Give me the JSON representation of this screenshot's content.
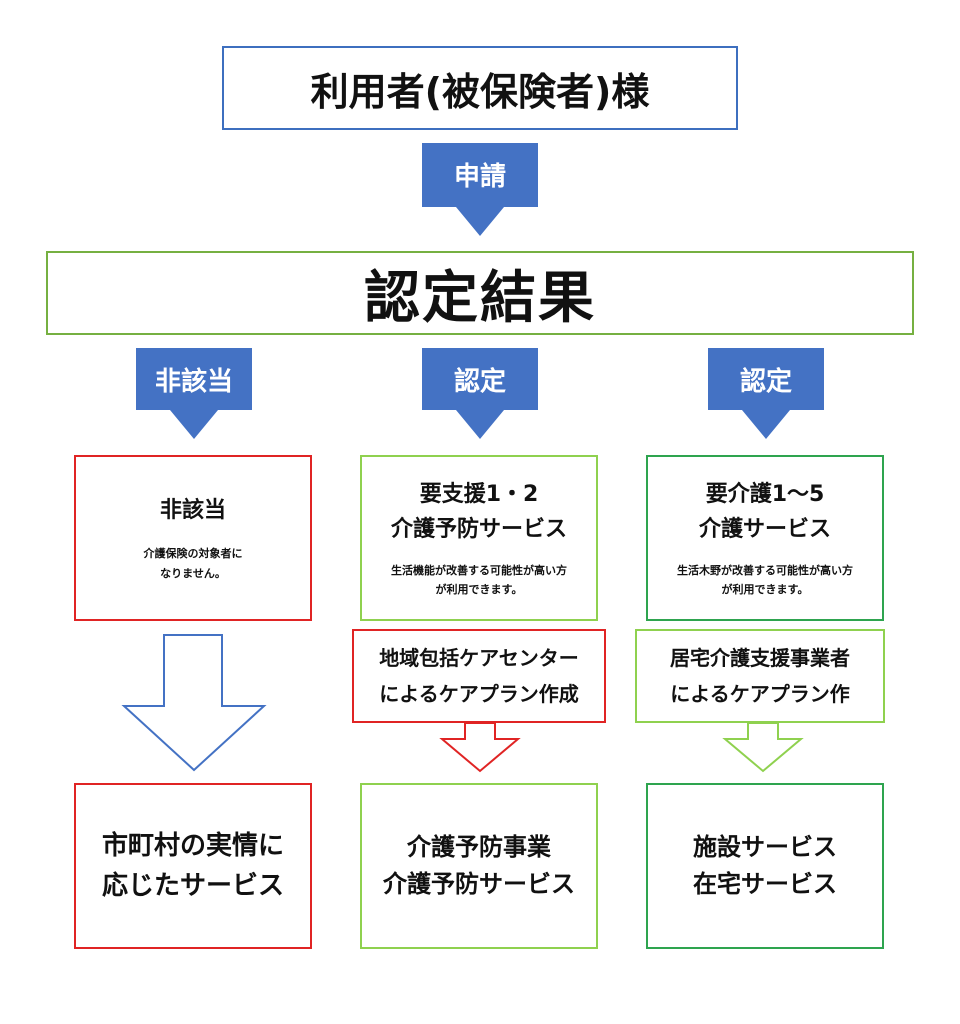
{
  "user": {
    "label": "利用者(被保険者)様"
  },
  "apply_label": "申請",
  "result_label": "認定結果",
  "columns": [
    {
      "arrow_label": "非該当",
      "result": {
        "title": [
          "非該当"
        ],
        "note": [
          "介護保険の対象者に",
          "なりません。"
        ]
      },
      "final": [
        "市町村の実情に",
        "応じたサービス"
      ]
    },
    {
      "arrow_label": "認定",
      "result": {
        "title": [
          "要支援1・2",
          "介護予防サービス"
        ],
        "note": [
          "生活機能が改善する可能性が高い方",
          "が利用できます。"
        ]
      },
      "plan": [
        "地域包括ケアセンター",
        "によるケアプラン作成"
      ],
      "final": [
        "介護予防事業",
        "介護予防サービス"
      ]
    },
    {
      "arrow_label": "認定",
      "result": {
        "title": [
          "要介護1～5",
          "介護サービス"
        ],
        "note": [
          "生活木野が改善する可能性が高い方",
          "が利用できます。"
        ]
      },
      "plan": [
        "居宅介護支援事業者",
        "によるケアプラン作"
      ],
      "final": [
        "施設サービス",
        "在宅サービス"
      ]
    }
  ],
  "colors": {
    "blue_arrow": "#4472c4",
    "blue_border": "#3d6fbf",
    "red_border": "#e02424",
    "light_green_border": "#8fd14f",
    "green_border": "#2ea44f",
    "banner_green": "#76b041"
  }
}
